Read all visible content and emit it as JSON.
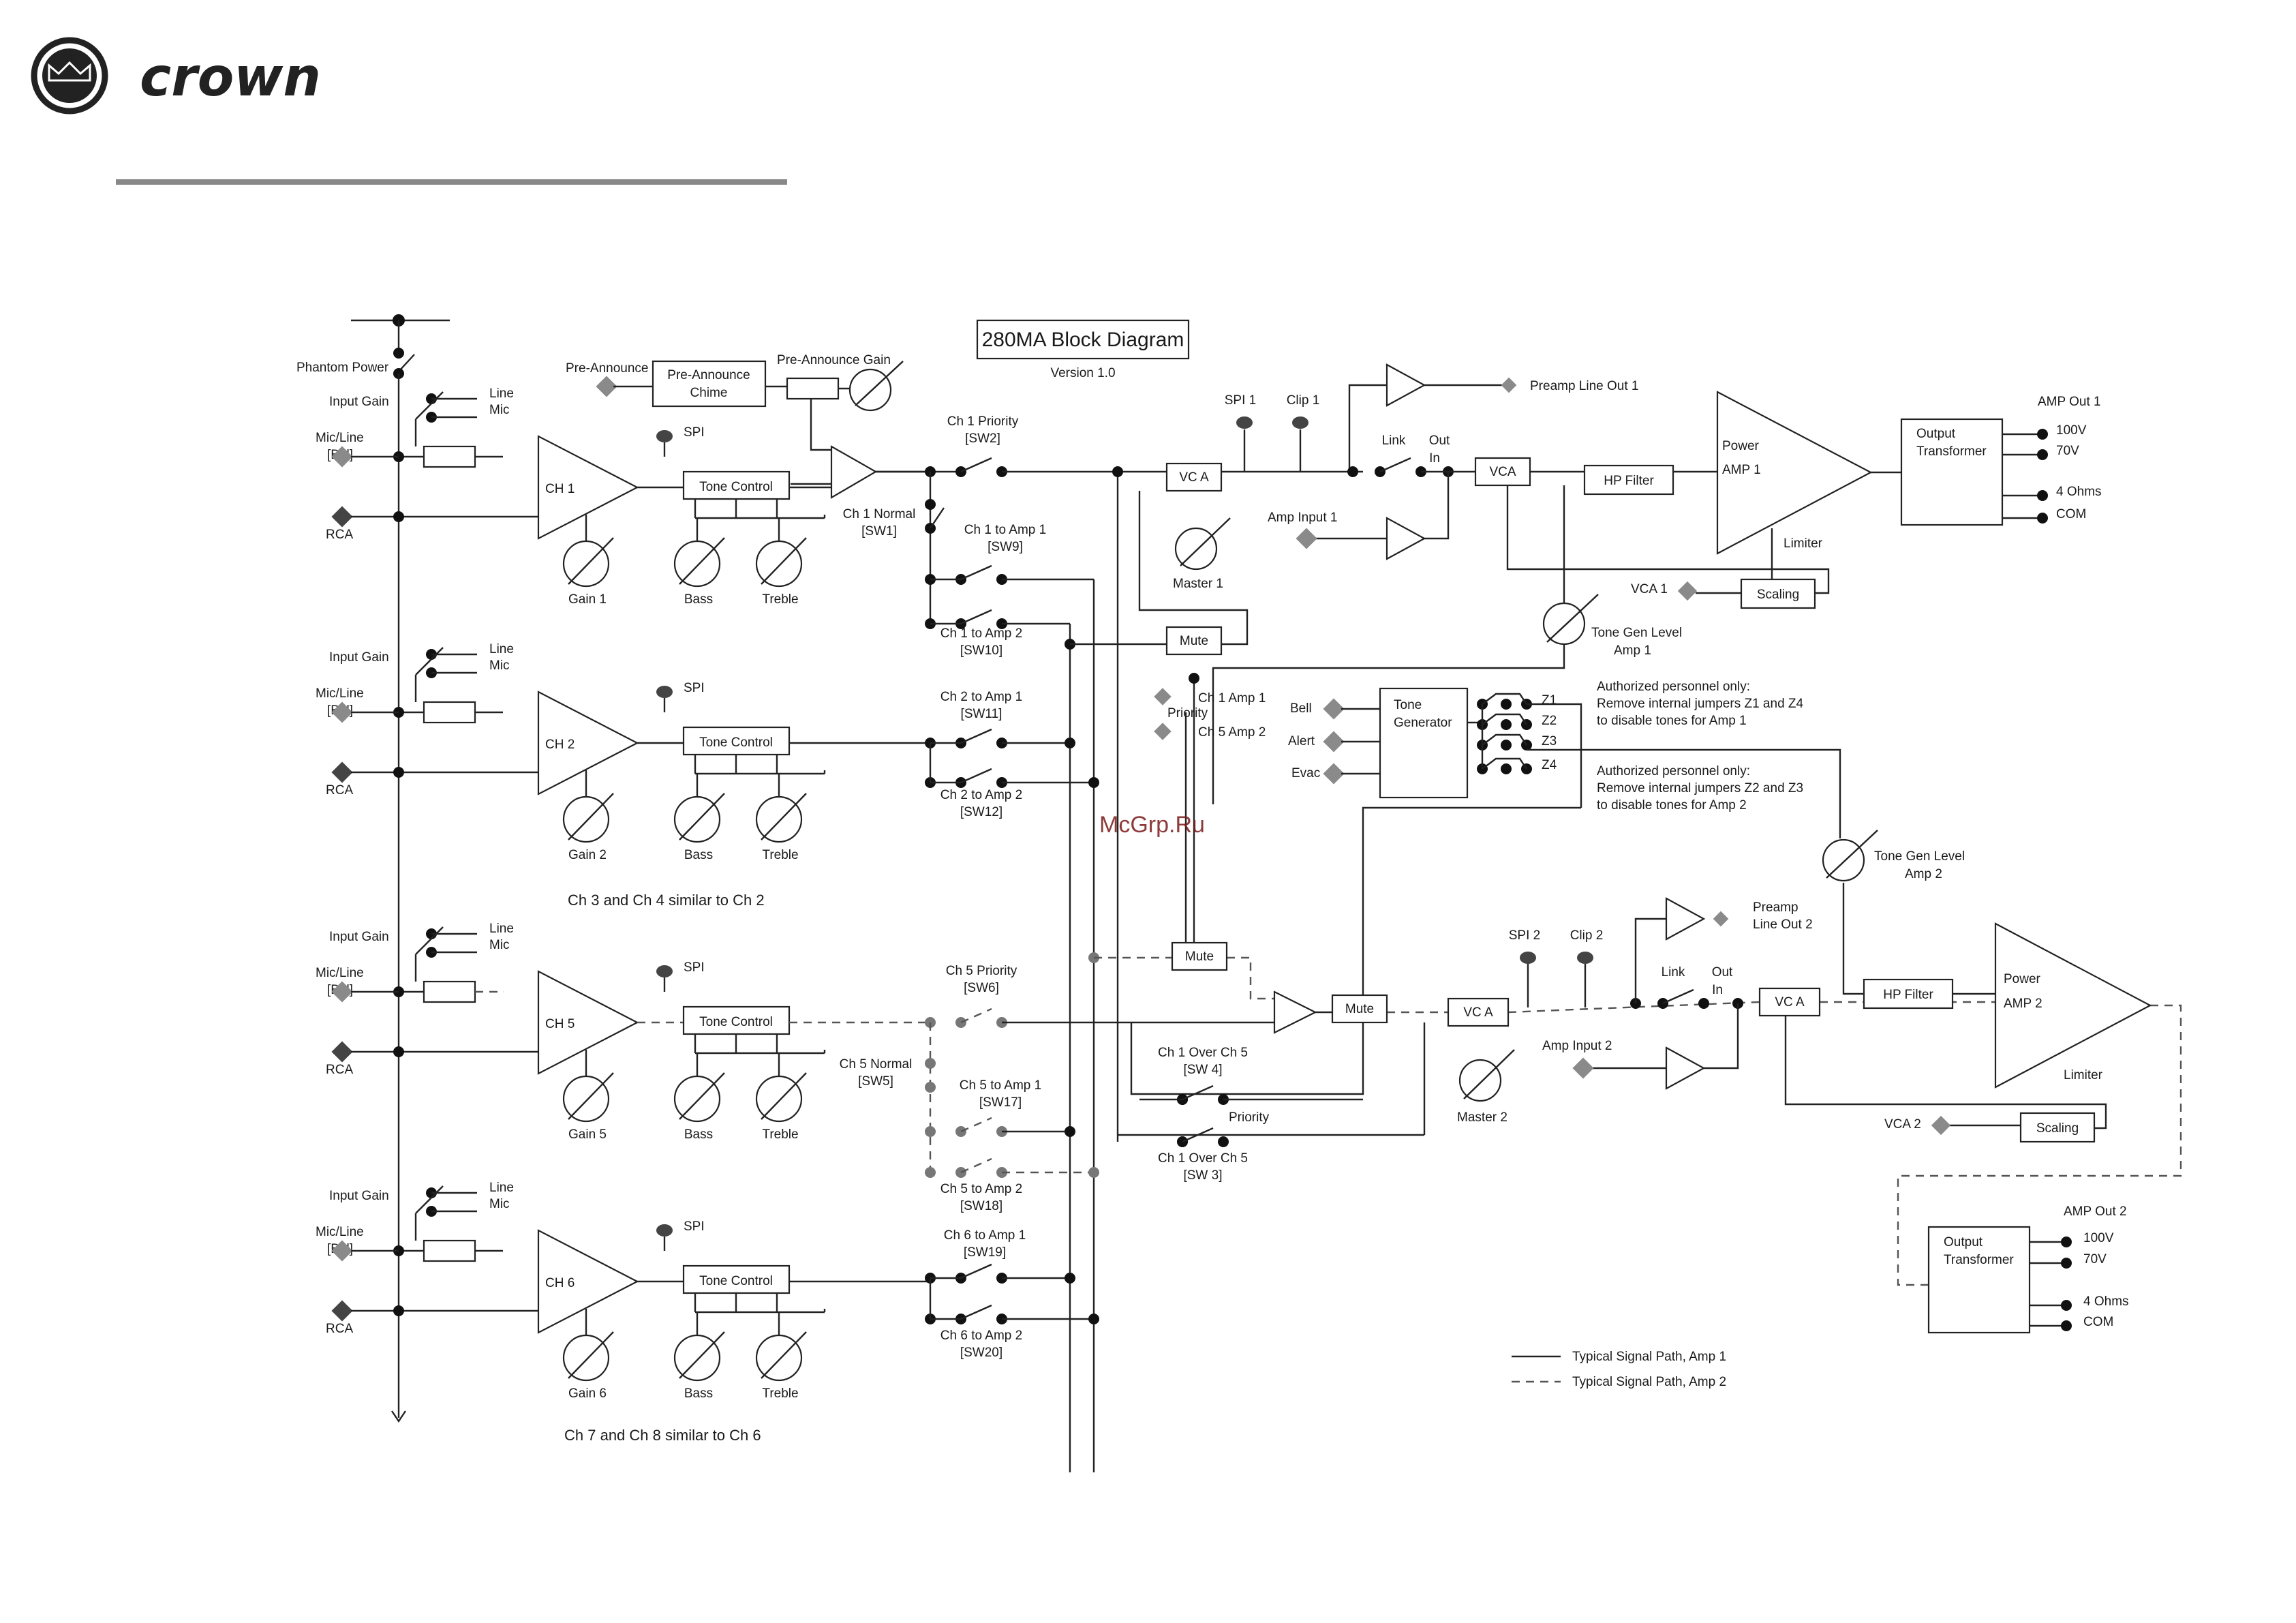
{
  "logo": {
    "brand": "crown"
  },
  "diagram": {
    "title": "280MA Block Diagram",
    "version": "Version 1.0"
  },
  "phantom_power": "Phantom Power",
  "inputs": {
    "input_gain": "Input Gain",
    "line": "Line",
    "mic": "Mic",
    "mic_line": "Mic/Line",
    "bal": "[Bal]",
    "rca": "RCA",
    "spi": "SPI",
    "tone_control": "Tone Control",
    "bass": "Bass",
    "treble": "Treble"
  },
  "channels": [
    {
      "name": "CH 1",
      "gain": "Gain  1"
    },
    {
      "name": "CH 2",
      "gain": "Gain  2"
    },
    {
      "name": "CH 5",
      "gain": "Gain  5"
    },
    {
      "name": "CH 6",
      "gain": "Gain  6"
    }
  ],
  "notes": {
    "ch34": "Ch 3 and Ch 4 similar to Ch   2",
    "ch78": "Ch 7 and Ch 8 similar to Ch   6"
  },
  "preannounce": {
    "label": "Pre-Announce",
    "chime": [
      "Pre-Announce",
      "Chime"
    ],
    "gain": "Pre-Announce Gain"
  },
  "switches": {
    "ch1_priority": [
      "Ch 1 Priority",
      "[SW2]"
    ],
    "ch1_normal": [
      "Ch 1 Normal",
      "[SW1]"
    ],
    "ch1_amp1": [
      "Ch 1 to Amp  1",
      "[SW9]"
    ],
    "ch1_amp2": [
      "Ch 1 to Amp  2",
      "[SW10]"
    ],
    "ch2_amp1": [
      "Ch 2 to Amp  1",
      "[SW11]"
    ],
    "ch2_amp2": [
      "Ch 2 to Amp  2",
      "[SW12]"
    ],
    "ch5_priority": [
      "Ch 5 Priority",
      "[SW6]"
    ],
    "ch5_normal": [
      "Ch 5 Normal",
      "[SW5]"
    ],
    "ch5_amp1": [
      "Ch 5 to Amp  1",
      "[SW17]"
    ],
    "ch5_amp2": [
      "Ch 5 to Amp  2",
      "[SW18]"
    ],
    "ch6_amp1": [
      "Ch 6 to Amp  1",
      "[SW19]"
    ],
    "ch6_amp2": [
      "Ch 6 to Amp  2",
      "[SW20]"
    ],
    "ch1_over_ch5_sw4": [
      "Ch 1 Over Ch  5",
      "[SW 4]"
    ],
    "ch1_over_ch5_sw3": [
      "Ch 1 Over Ch  5",
      "[SW 3]"
    ],
    "priority": "Priority"
  },
  "mute": "Mute",
  "amp1": {
    "vca_a": "VC A",
    "master": "Master  1",
    "spi": "SPI  1",
    "clip": "Clip  1",
    "preamp_out": "Preamp Line Out  1",
    "amp_input": "Amp Input  1",
    "link": "Link",
    "out": "Out",
    "in": "In",
    "vca": "VCA",
    "hp_filter": "HP Filter",
    "power": "Power",
    "amp": "AMP  1",
    "limiter": "Limiter",
    "vca_ctrl": "VCA  1",
    "scaling": "Scaling",
    "output_transformer": [
      "Output",
      "Transformer"
    ],
    "amp_out": "AMP Out  1",
    "taps": [
      "100V",
      "70V",
      "4 Ohms",
      "COM"
    ],
    "tone_gen_level": [
      "Tone Gen Level",
      "Amp  1"
    ]
  },
  "tone": {
    "ch1_amp1": "Ch 1 Amp  1",
    "priority": "Priority",
    "ch5_amp2": "Ch 5 Amp  2",
    "bell": "Bell",
    "alert": "Alert",
    "evac": "Evac",
    "generator": [
      "Tone",
      "Generator"
    ],
    "jumpers": [
      "Z1",
      "Z2",
      "Z3",
      "Z4"
    ],
    "note1": [
      "Authorized personnel only:",
      "Remove internal jumpers Z1 and Z4",
      "to disable tones for Amp 1"
    ],
    "note2": [
      "Authorized personnel only:",
      "Remove internal jumpers Z2 and Z3",
      "to disable tones for Amp 2"
    ]
  },
  "amp2": {
    "vca_a": "VC A",
    "master": "Master  2",
    "spi": "SPI  2",
    "clip": "Clip  2",
    "preamp_out": [
      "Preamp",
      "Line Out  2"
    ],
    "amp_input": "Amp Input  2",
    "link": "Link",
    "out": "Out",
    "in": "In",
    "vca": "VCA",
    "hp_filter": "HP Filter",
    "power": "Power",
    "amp": "AMP  2",
    "limiter": "Limiter",
    "vca_ctrl": "VCA  2",
    "scaling": "Scaling",
    "output_transformer": [
      "Output",
      "Transformer"
    ],
    "amp_out": "AMP Out  2",
    "taps": [
      "100V",
      "70V",
      "4 Ohms",
      "COM"
    ],
    "tone_gen_level": [
      "Tone Gen Level",
      "Amp  2"
    ]
  },
  "legend": {
    "solid": "Typical Signal Path, Amp 1",
    "dashed": "Typical Signal Path, Amp 2"
  },
  "watermark": "McGrp.Ru",
  "colors": {
    "ink": "#222222",
    "jack_gray": "#8a8a8a",
    "rule": "#888888"
  }
}
